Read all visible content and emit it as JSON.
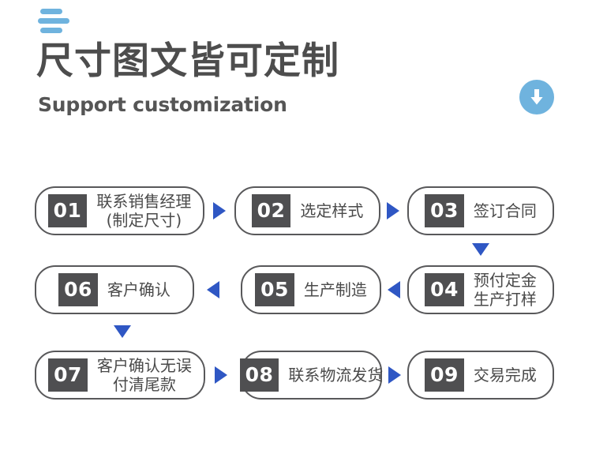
{
  "header": {
    "menu_icon": "three-bars-icon",
    "title": "尺寸图文皆可定制",
    "subtitle": "Support customization",
    "badge_icon": "download-arrow-icon",
    "accent_blue": "#6fb3de",
    "title_color": "#4d4d4d"
  },
  "flow": {
    "arrow_color": "#2f57c4",
    "badge_bg": "#4f4f51",
    "node_border": "#58585a",
    "nodes": [
      {
        "num": "01",
        "label": "联系销售经理\n(制定尺寸)"
      },
      {
        "num": "02",
        "label": "选定样式"
      },
      {
        "num": "03",
        "label": "签订合同"
      },
      {
        "num": "04",
        "label": "预付定金\n生产打样"
      },
      {
        "num": "05",
        "label": "生产制造"
      },
      {
        "num": "06",
        "label": "客户确认"
      },
      {
        "num": "07",
        "label": "客户确认无误\n付清尾款"
      },
      {
        "num": "08",
        "label": "联系物流发货"
      },
      {
        "num": "09",
        "label": "交易完成"
      }
    ],
    "arrows": [
      {
        "id": "arrow-01-02",
        "direction": "right"
      },
      {
        "id": "arrow-02-03",
        "direction": "right"
      },
      {
        "id": "arrow-03-04",
        "direction": "down"
      },
      {
        "id": "arrow-05-04",
        "direction": "left"
      },
      {
        "id": "arrow-06-05",
        "direction": "left"
      },
      {
        "id": "arrow-06-07",
        "direction": "down"
      },
      {
        "id": "arrow-07-08",
        "direction": "right"
      },
      {
        "id": "arrow-08-09",
        "direction": "right"
      }
    ]
  }
}
